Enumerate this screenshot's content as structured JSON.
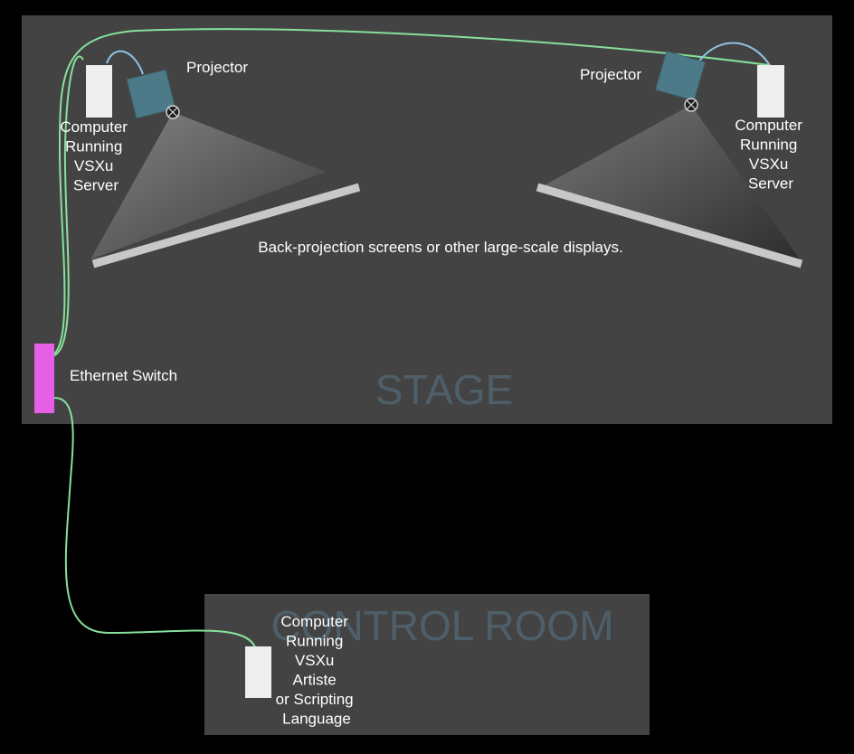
{
  "zones": {
    "stage": "STAGE",
    "control_room": "CONTROL ROOM"
  },
  "labels": {
    "projector_left": "Projector",
    "projector_right": "Projector",
    "ethernet_switch": "Ethernet Switch",
    "screens_caption": "Back-projection screens or other large-scale displays.",
    "server_left": [
      "Computer",
      "Running",
      "VSXu",
      "Server"
    ],
    "server_right": [
      "Computer",
      "Running",
      "VSXu",
      "Server"
    ],
    "artiste": [
      "Computer",
      "Running",
      "VSXu",
      "Artiste",
      "or Scripting",
      "Language"
    ]
  },
  "colors": {
    "background": "#000000",
    "zone_fill": "#434343",
    "zone_label": "#4f5f69",
    "computer": "#eeeeee",
    "switch": "#e65fe6",
    "projector": "#4d7a88",
    "screen": "#c8c8c8",
    "network_cable": "#86e09a",
    "video_cable": "#8cc3e6",
    "text": "#ffffff"
  }
}
